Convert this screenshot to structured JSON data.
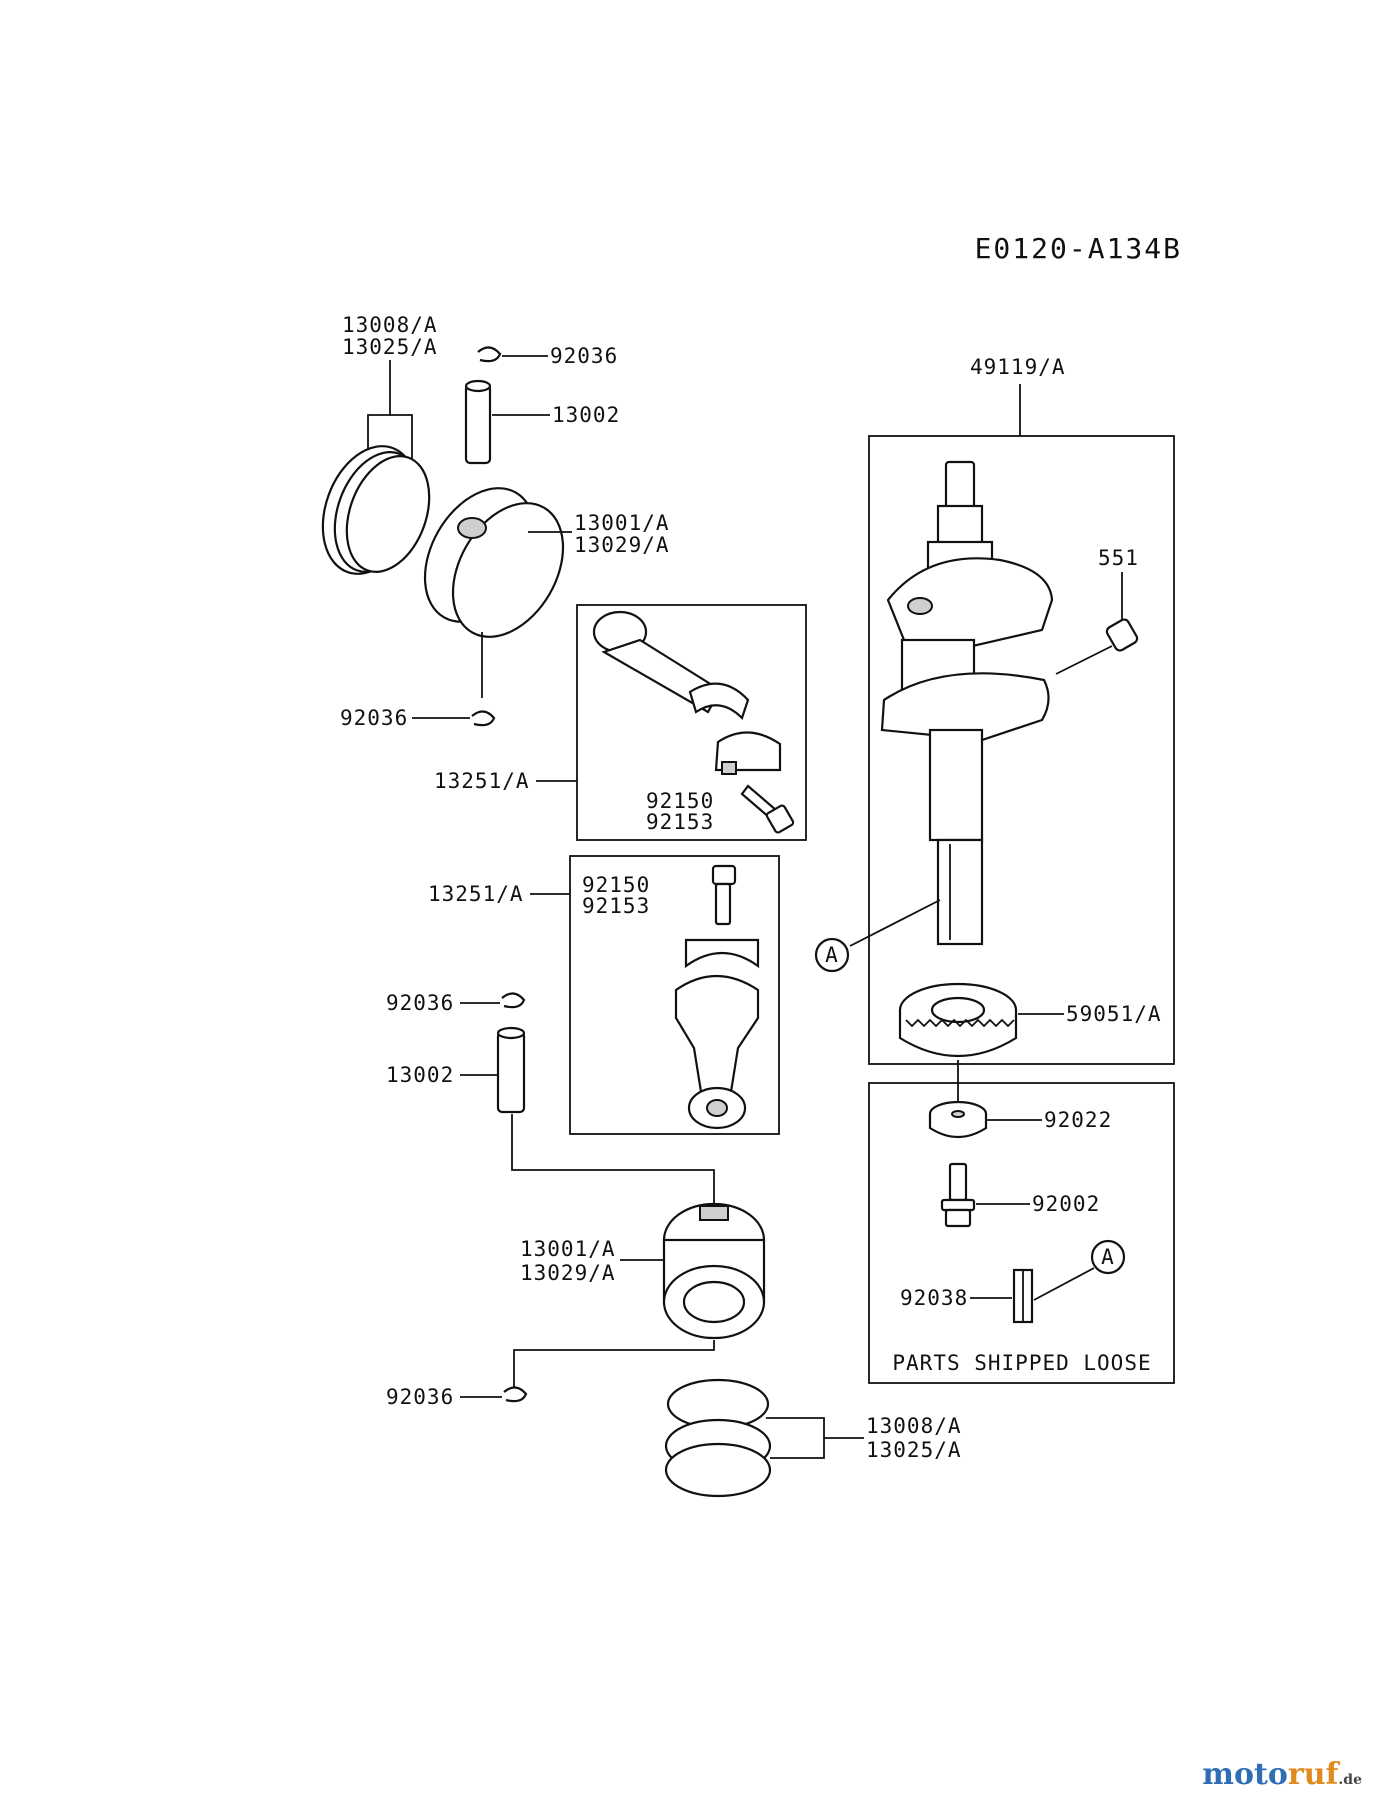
{
  "diagram_code": "E0120-A134B",
  "labels": {
    "rings_top_1": "13008/A",
    "rings_top_2": "13025/A",
    "clip_top": "92036",
    "pin_top": "13002",
    "piston_top_1": "13001/A",
    "piston_top_2": "13029/A",
    "clip_mid": "92036",
    "rod_top": "13251/A",
    "bolt_top_1": "92150",
    "bolt_top_2": "92153",
    "bolt_mid_1": "92150",
    "bolt_mid_2": "92153",
    "rod_bottom": "13251/A",
    "clip_low": "92036",
    "pin_low": "13002",
    "piston_low_1": "13001/A",
    "piston_low_2": "13029/A",
    "clip_bottom": "92036",
    "rings_bottom_1": "13008/A",
    "rings_bottom_2": "13025/A",
    "crankshaft": "49119/A",
    "dowel": "551",
    "ref_a_1": "A",
    "gear": "59051/A",
    "washer": "92022",
    "bolt": "92002",
    "key": "92038",
    "ref_a_2": "A",
    "loose_box": "PARTS SHIPPED LOOSE"
  },
  "watermark": {
    "part1": "moto",
    "part2": "ruf",
    "part3": ".de"
  },
  "colors": {
    "line": "#111111",
    "shade": "#cfcfcf",
    "watermark_blue": "#2f6db5",
    "watermark_orange": "#e08a1e"
  }
}
